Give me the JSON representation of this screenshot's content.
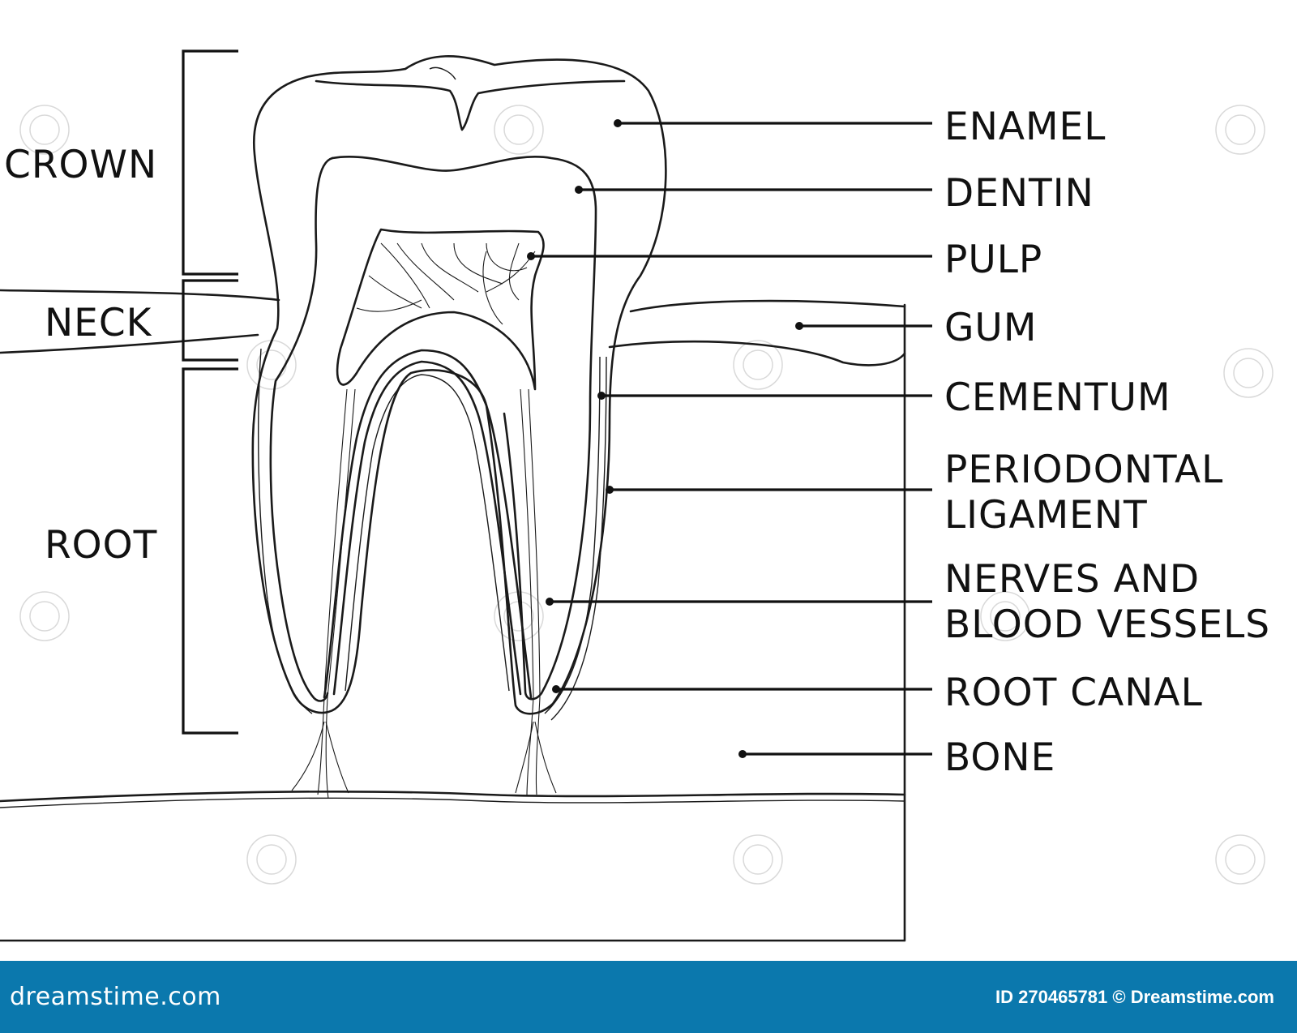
{
  "diagram": {
    "regions": {
      "crown": "CROWN",
      "neck": "NECK",
      "root": "ROOT"
    },
    "parts": {
      "enamel": "ENAMEL",
      "dentin": "DENTIN",
      "pulp": "PULP",
      "gum": "GUM",
      "cementum": "CEMENTUM",
      "periodontal_1": "PERIODONTAL",
      "periodontal_2": "LIGAMENT",
      "nerves_1": "NERVES AND",
      "nerves_2": "BLOOD VESSELS",
      "root_canal": "ROOT CANAL",
      "bone": "BONE"
    }
  },
  "footer": {
    "logo": "dreamstime.com",
    "image_id": "ID 270465781 © Dreamstime.com",
    "background_color": "#0b78ad"
  }
}
